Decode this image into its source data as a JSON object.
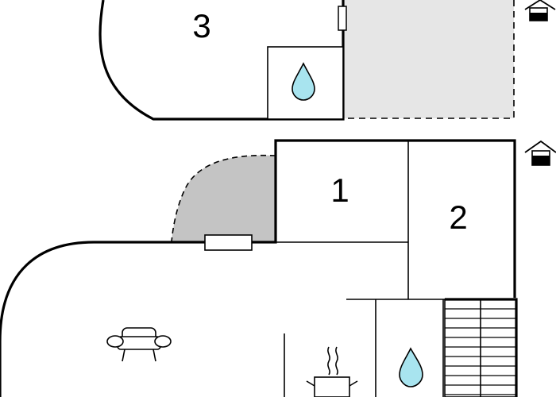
{
  "floorplan": {
    "rooms": [
      {
        "id": "room-3",
        "label": "3"
      },
      {
        "id": "room-1",
        "label": "1"
      },
      {
        "id": "room-2",
        "label": "2"
      }
    ],
    "icons": {
      "bathroom_upper": "water-drop-icon",
      "bathroom_lower": "water-drop-icon",
      "sofa": "sofa-icon",
      "stove": "stove-icon",
      "level_upper": "house-level-icon",
      "level_lower": "house-level-icon",
      "stairs": "stairs-icon"
    },
    "colors": {
      "wall": "#000000",
      "terrace_upper": "#e6e6e6",
      "terrace_lower": "#c4c4c4",
      "water": "#a8e4ef",
      "background": "#ffffff"
    }
  }
}
